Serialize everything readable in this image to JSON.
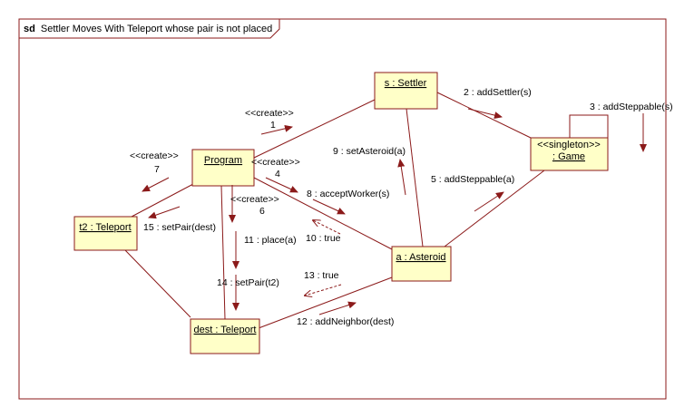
{
  "frame": {
    "keyword": "sd",
    "title": "Settler Moves With Teleport whose pair is not placed"
  },
  "lifelines": {
    "settler": "s : Settler",
    "game_stereotype": "<<singleton>>",
    "game": ": Game",
    "program": "Program",
    "asteroid": "a : Asteroid",
    "t2": "t2 : Teleport",
    "dest": "dest : Teleport"
  },
  "messages": {
    "m1_stereo": "<<create>>",
    "m1": "1",
    "m2": "2 : addSettler(s)",
    "m3": "3 : addSteppable(s)",
    "m4_stereo": "<<create>>",
    "m4": "4",
    "m5": "5 : addSteppable(a)",
    "m6_stereo": "<<create>>",
    "m6": "6",
    "m7_stereo": "<<create>>",
    "m7": "7",
    "m8": "8 : acceptWorker(s)",
    "m9": "9 : setAsteroid(a)",
    "m10": "10 : true",
    "m11": "11 : place(a)",
    "m12": "12 : addNeighbor(dest)",
    "m13": "13 : true",
    "m14": "14 : setPair(t2)",
    "m15": "15 : setPair(dest)"
  }
}
